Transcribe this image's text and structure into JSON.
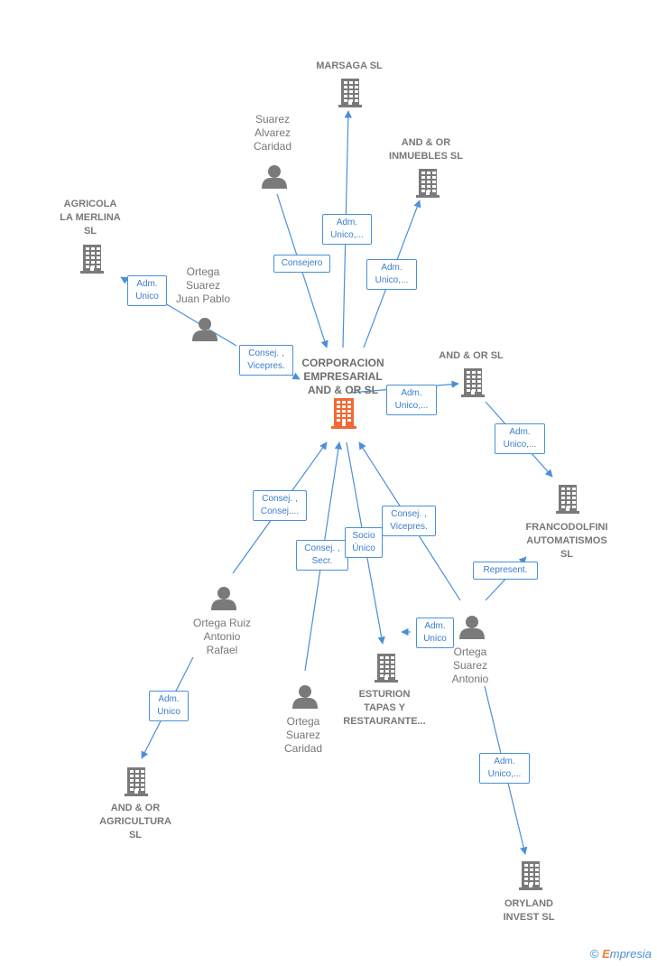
{
  "colors": {
    "accent_center": "#f06a35",
    "node": "#7a7a7a",
    "edge": "#4a90d9"
  },
  "nodes": [
    {
      "id": "corp",
      "kind": "company",
      "center": true,
      "label": "CORPORACION\nEMPRESARIAL\nAND & OR  SL",
      "icon": "building-icon"
    },
    {
      "id": "marsaga",
      "kind": "company",
      "label": "MARSAGA  SL",
      "icon": "building-icon"
    },
    {
      "id": "inmuebles",
      "kind": "company",
      "label": "AND & OR\nINMUEBLES  SL",
      "icon": "building-icon"
    },
    {
      "id": "agricola",
      "kind": "company",
      "label": "AGRICOLA\nLA MERLINA\nSL",
      "icon": "building-icon"
    },
    {
      "id": "andorsl",
      "kind": "company",
      "label": "AND & OR  SL",
      "icon": "building-icon"
    },
    {
      "id": "franco",
      "kind": "company",
      "label": "FRANCODOLFINI\nAUTOMATISMOS\nSL",
      "icon": "building-icon"
    },
    {
      "id": "esturion",
      "kind": "company",
      "label": "ESTURION\nTAPAS Y\nRESTAURANTE...",
      "icon": "building-icon"
    },
    {
      "id": "agricultura",
      "kind": "company",
      "label": "AND & OR\nAGRICULTURA\nSL",
      "icon": "building-icon"
    },
    {
      "id": "oryland",
      "kind": "company",
      "label": "ORYLAND\nINVEST  SL",
      "icon": "building-icon"
    },
    {
      "id": "suarez_c",
      "kind": "person",
      "label": "Suarez\nAlvarez\nCaridad",
      "icon": "person-icon"
    },
    {
      "id": "ortega_jp",
      "kind": "person",
      "label": "Ortega\nSuarez\nJuan Pablo",
      "icon": "person-icon"
    },
    {
      "id": "ortega_rar",
      "kind": "person",
      "label": "Ortega Ruiz\nAntonio\nRafael",
      "icon": "person-icon"
    },
    {
      "id": "ortega_sc",
      "kind": "person",
      "label": "Ortega\nSuarez\nCaridad",
      "icon": "person-icon"
    },
    {
      "id": "ortega_sa",
      "kind": "person",
      "label": "Ortega\nSuarez\nAntonio",
      "icon": "person-icon"
    }
  ],
  "edges": [
    {
      "from": "corp",
      "to": "marsaga",
      "label": "Adm.\nUnico,..."
    },
    {
      "from": "suarez_c",
      "to": "corp",
      "label": "Consejero"
    },
    {
      "from": "corp",
      "to": "inmuebles",
      "label": "Adm.\nUnico,..."
    },
    {
      "from": "ortega_jp",
      "to": "agricola",
      "label": "Adm.\nUnico"
    },
    {
      "from": "ortega_jp",
      "to": "corp",
      "label": "Consej. ,\nVicepres."
    },
    {
      "from": "corp",
      "to": "andorsl",
      "label": "Adm.\nUnico,..."
    },
    {
      "from": "andorsl",
      "to": "franco",
      "label": "Adm.\nUnico,..."
    },
    {
      "from": "ortega_rar",
      "to": "corp",
      "label": "Consej. ,\nConsej...."
    },
    {
      "from": "ortega_sc",
      "to": "corp",
      "label": "Consej. ,\nSecr."
    },
    {
      "from": "corp",
      "to": "esturion",
      "label": "Socio\nÚnico"
    },
    {
      "from": "ortega_sa",
      "to": "corp",
      "label": "Consej. ,\nVicepres."
    },
    {
      "from": "ortega_sa",
      "to": "franco",
      "label": "Represent."
    },
    {
      "from": "ortega_sa",
      "to": "esturion",
      "label": "Adm.\nUnico"
    },
    {
      "from": "ortega_rar",
      "to": "agricultura",
      "label": "Adm.\nUnico"
    },
    {
      "from": "ortega_sa",
      "to": "oryland",
      "label": "Adm.\nUnico,..."
    }
  ],
  "footer": {
    "copyright_symbol": "©",
    "brand_first": "E",
    "brand_rest": "mpresia"
  }
}
